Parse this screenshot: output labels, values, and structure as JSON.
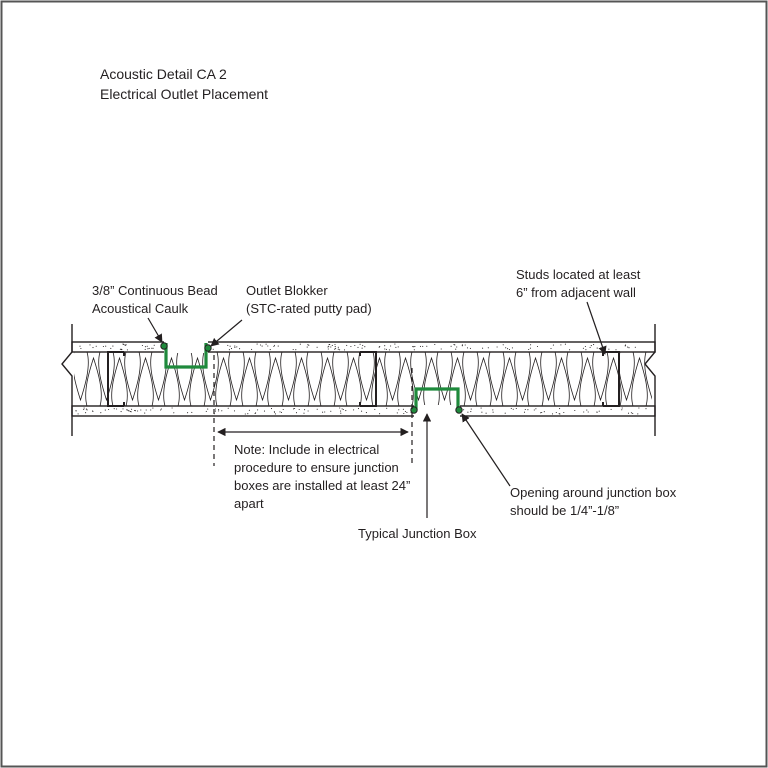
{
  "title": {
    "line1": "Acoustic Detail CA 2",
    "line2": "Electrical Outlet Placement"
  },
  "callouts": {
    "caulk": {
      "line1": "3/8” Continuous Bead",
      "line2": "Acoustical Caulk"
    },
    "blokker": {
      "line1": "Outlet Blokker",
      "line2": "(STC-rated putty pad)"
    },
    "studs": {
      "line1": "Studs located at least",
      "line2": "6” from adjacent wall"
    },
    "note": {
      "line1": "Note: Include in electrical",
      "line2": "procedure  to ensure junction",
      "line3": "boxes are installed at least 24”",
      "line4": "apart"
    },
    "opening": {
      "line1": "Opening around junction box",
      "line2": "should be 1/4”-1/8”"
    },
    "junction": {
      "line1": "Typical Junction Box"
    }
  },
  "colors": {
    "line": "#231f20",
    "junction_box": "#1f8a3c",
    "background": "#ffffff",
    "border": "#555555"
  }
}
